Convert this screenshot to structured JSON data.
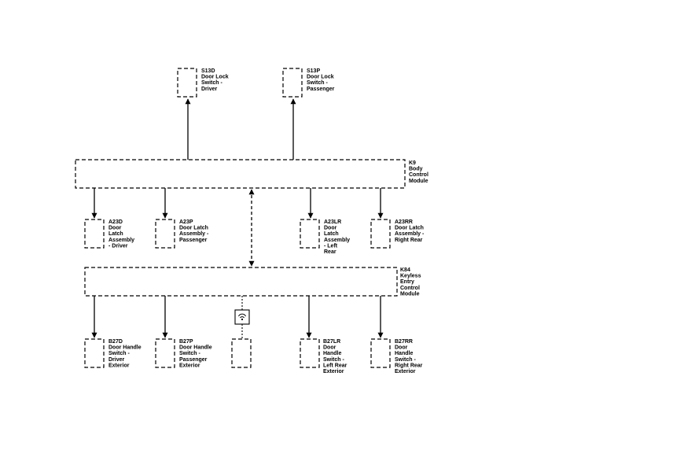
{
  "components": {
    "s13d": {
      "lines": [
        "S13D",
        "Door Lock",
        "Switch -",
        "Driver"
      ]
    },
    "s13p": {
      "lines": [
        "S13P",
        "Door Lock",
        "Switch -",
        "Passenger"
      ]
    },
    "k9": {
      "lines": [
        "K9",
        "Body",
        "Control",
        "Module"
      ]
    },
    "a23d": {
      "lines": [
        "A23D",
        "Door",
        "Latch",
        "Assembly",
        "- Driver"
      ]
    },
    "a23p": {
      "lines": [
        "A23P",
        "Door Latch",
        "Assembly -",
        "Passenger"
      ]
    },
    "a23lr": {
      "lines": [
        "A23LR",
        "Door",
        "Latch",
        "Assembly",
        "- Left",
        "Rear"
      ]
    },
    "a23rr": {
      "lines": [
        "A23RR",
        "Door Latch",
        "Assembly -",
        "Right Rear"
      ]
    },
    "k84": {
      "lines": [
        "K84",
        "Keyless",
        "Entry",
        "Control",
        "Module"
      ]
    },
    "b27d": {
      "lines": [
        "B27D",
        "Door Handle",
        "Switch -",
        "Driver",
        "Exterior"
      ]
    },
    "b27p": {
      "lines": [
        "B27P",
        "Door Handle",
        "Switch -",
        "Passenger",
        "Exterior"
      ]
    },
    "b27lr": {
      "lines": [
        "B27LR",
        "Door",
        "Handle",
        "Switch -",
        "Left Rear",
        "Exterior"
      ]
    },
    "b27rr": {
      "lines": [
        "B27RR",
        "Door",
        "Handle",
        "Switch -",
        "Right Rear",
        "Exterior"
      ]
    }
  },
  "icons": {
    "antenna": "wireless-antenna-icon"
  }
}
